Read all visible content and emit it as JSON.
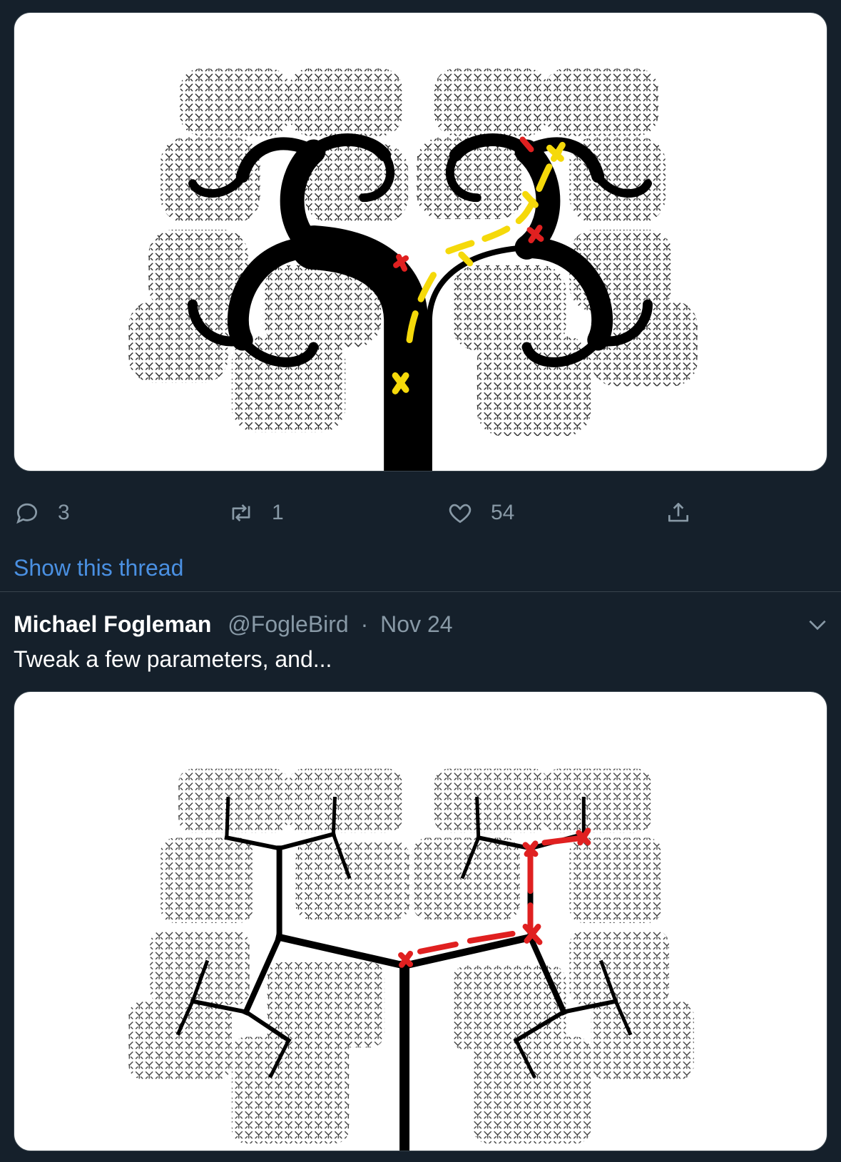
{
  "tweet_top": {
    "reply_count": "3",
    "retweet_count": "1",
    "like_count": "54",
    "show_thread": "Show this thread"
  },
  "tweet_bottom": {
    "name": "Michael Fogleman",
    "handle": "@FogleBird",
    "separator": "·",
    "date": "Nov 24",
    "text": "Tweak a few parameters, and..."
  },
  "colors": {
    "background": "#15202b",
    "muted": "#8899a6",
    "link": "#4a90e2",
    "annotation_yellow": "#f5d90a",
    "annotation_red": "#e02020"
  },
  "icons": [
    "reply-icon",
    "retweet-icon",
    "like-icon",
    "share-icon",
    "chevron-down-icon"
  ]
}
